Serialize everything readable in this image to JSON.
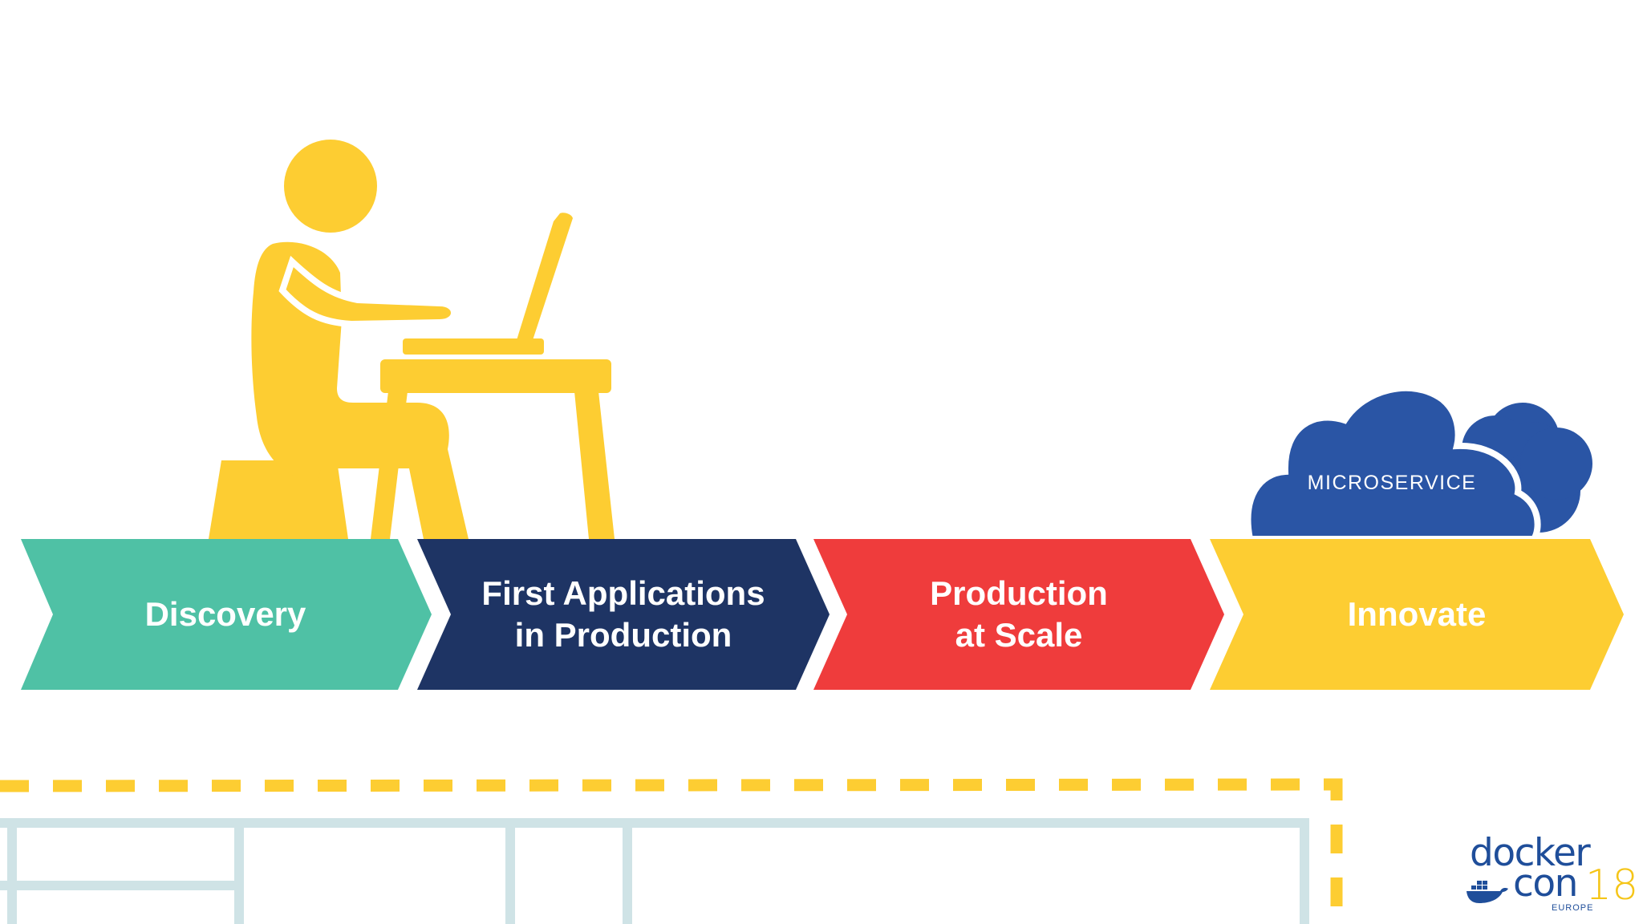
{
  "colors": {
    "discovery": "#4fc1a5",
    "first_apps": "#1e3464",
    "production": "#ef3c3c",
    "innovate": "#fdcd32",
    "cloud": "#2a55a5",
    "person": "#fdcd32",
    "dashed_frame": "#fdcd32",
    "container_frame": "#cfe3e6",
    "logo_blue": "#1f4e9a",
    "logo_yellow": "#f5c518"
  },
  "stages": [
    {
      "line1": "Discovery",
      "line2": ""
    },
    {
      "line1": "First Applications",
      "line2": "in Production"
    },
    {
      "line1": "Production",
      "line2": "at Scale"
    },
    {
      "line1": "Innovate",
      "line2": ""
    }
  ],
  "cloud": {
    "label": "MICROSERVICE"
  },
  "icons": [
    "person-at-laptop-icon",
    "microservice-cloud-icon",
    "docker-whale-icon"
  ],
  "logo": {
    "word1": "docker",
    "word2": "con",
    "number": "18",
    "region": "EUROPE"
  }
}
